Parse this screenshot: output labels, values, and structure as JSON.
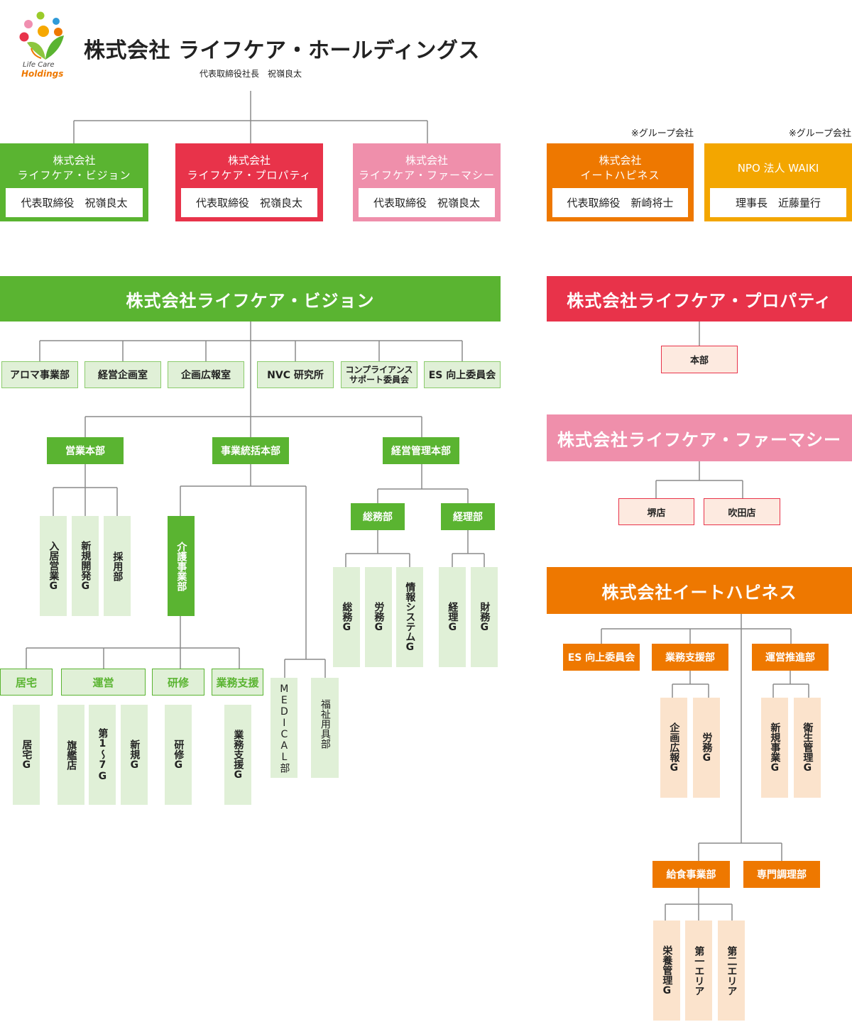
{
  "header": {
    "logo_line1": "Life Care",
    "logo_line2": "Holdings",
    "company_name": "株式会社 ライフケア・ホールディングス",
    "president": "代表取締役社長　祝嶺良太"
  },
  "colors": {
    "vision_green": "#5ab431",
    "property_red": "#e8334a",
    "pharmacy_pink": "#ef8fab",
    "eat_orange": "#ee7800",
    "npo_yellow": "#f3a600",
    "connector_gray": "#8a8a8a"
  },
  "group_overview": {
    "subsidiaries": [
      {
        "line1": "株式会社",
        "line2": "ライフケア・ビジョン",
        "representative": "代表取締役　祝嶺良太"
      },
      {
        "line1": "株式会社",
        "line2": "ライフケア・プロパティ",
        "representative": "代表取締役　祝嶺良太"
      },
      {
        "line1": "株式会社",
        "line2": "ライフケア・ファーマシー",
        "representative": "代表取締役　祝嶺良太"
      }
    ],
    "group_companies": [
      {
        "note": "※グループ会社",
        "line1": "株式会社",
        "line2": "イートハピネス",
        "representative": "代表取締役　新崎将士"
      },
      {
        "note": "※グループ会社",
        "name": "NPO 法人 WAIKI",
        "representative": "理事長　近藤量行"
      }
    ]
  },
  "vision": {
    "title": "株式会社ライフケア・ビジョン",
    "departments": [
      "アロマ事業部",
      "経営企画室",
      "企画広報室",
      "NVC 研究所",
      "コンプライアンス\nサポート委員会",
      "ES 向上委員会"
    ],
    "sales": {
      "label": "営業本部",
      "groups": [
        "入居営業G",
        "新規開発G",
        "採用部"
      ]
    },
    "operations": {
      "label": "事業統括本部",
      "care": {
        "label": "介護事業部",
        "sections": [
          {
            "label": "居宅",
            "groups": [
              "居宅G"
            ]
          },
          {
            "label": "運営",
            "groups": [
              "旗艦店",
              "第1〜7G",
              "新規G"
            ]
          },
          {
            "label": "研修",
            "groups": [
              "研修G"
            ]
          },
          {
            "label": "業務支援",
            "groups": [
              "業務支援G"
            ]
          }
        ]
      },
      "others": [
        "MEDICAL部",
        "福祉用具部"
      ]
    },
    "management": {
      "label": "経営管理本部",
      "departments": [
        {
          "label": "総務部",
          "groups": [
            "総務G",
            "労務G",
            "情報システムG"
          ]
        },
        {
          "label": "経理部",
          "groups": [
            "経理G",
            "財務G"
          ]
        }
      ]
    }
  },
  "property": {
    "title": "株式会社ライフケア・プロパティ",
    "units": [
      "本部"
    ]
  },
  "pharmacy": {
    "title": "株式会社ライフケア・ファーマシー",
    "stores": [
      "堺店",
      "吹田店"
    ]
  },
  "eat_happiness": {
    "title": "株式会社イートハピネス",
    "es_committee": "ES 向上委員会",
    "business_support": {
      "label": "業務支援部",
      "groups": [
        "企画広報G",
        "労務G"
      ]
    },
    "operations_promotion": {
      "label": "運営推進部",
      "groups": [
        "新規事業G",
        "衛生管理G"
      ]
    },
    "food_service": {
      "label": "給食事業部",
      "groups": [
        "栄養管理G",
        "第一エリア",
        "第二エリア"
      ]
    },
    "specialty_cooking": {
      "label": "専門調理部"
    }
  }
}
